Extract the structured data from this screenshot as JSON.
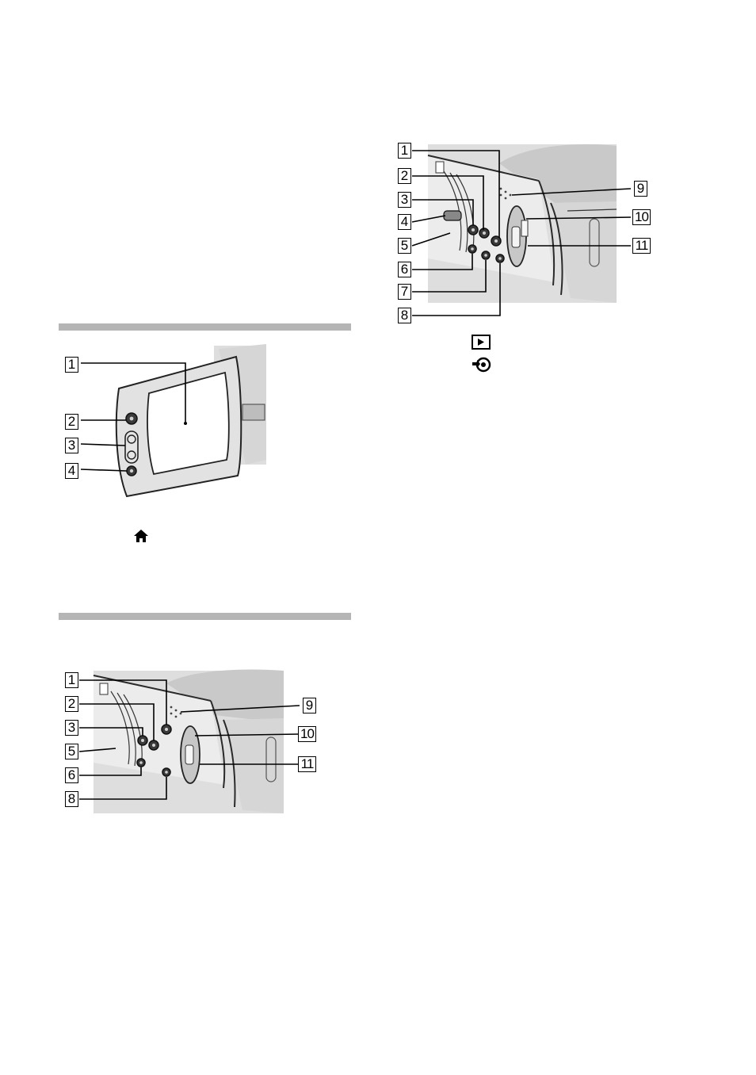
{
  "figure_top_right": {
    "callouts": [
      "1",
      "2",
      "3",
      "4",
      "5",
      "6",
      "7",
      "8",
      "9",
      "10",
      "11"
    ]
  },
  "symbols": {
    "play_icon": "play-button-icon",
    "disc_icon": "disc-output-icon",
    "home_icon": "home-icon"
  },
  "figure_lcd": {
    "callouts": [
      "1",
      "2",
      "3",
      "4"
    ]
  },
  "figure_bottom_left": {
    "callouts": [
      "1",
      "2",
      "3",
      "5",
      "6",
      "8",
      "9",
      "10",
      "11"
    ]
  }
}
